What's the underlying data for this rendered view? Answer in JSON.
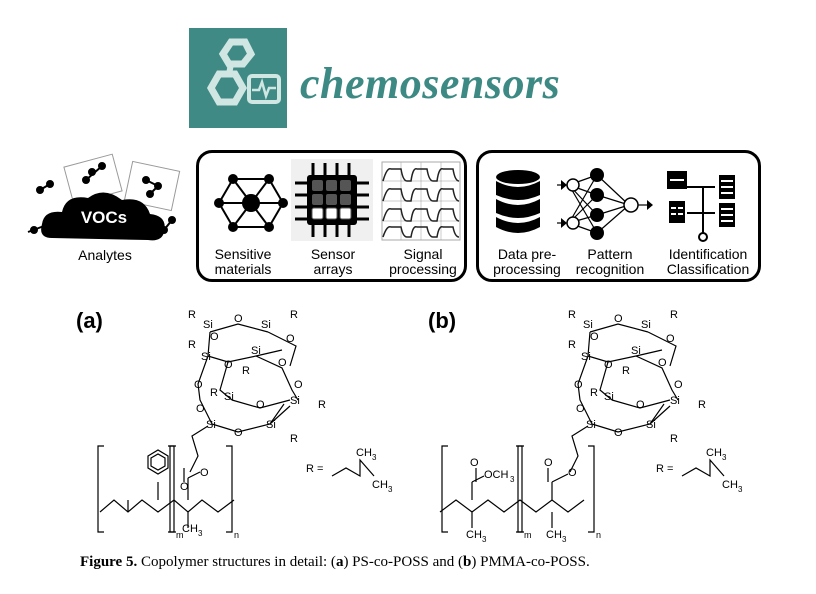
{
  "header": {
    "journal_name": "chemosensors",
    "logo_icon": "molecule-monitor-icon",
    "accent_color": "#3d8a84"
  },
  "graphic": {
    "analytes": {
      "cloud_label": "VOCs",
      "caption": "Analytes"
    },
    "sensing_panel": [
      {
        "line1": "Sensitive",
        "line2": "materials",
        "icon": "molecule-icon"
      },
      {
        "line1": "Sensor",
        "line2": "arrays",
        "icon": "chip-icon"
      },
      {
        "line1": "Signal",
        "line2": "processing",
        "icon": "signal-icon"
      }
    ],
    "analysis_panel": [
      {
        "line1": "Data pre-",
        "line2": "processing",
        "icon": "database-icon"
      },
      {
        "line1": "Pattern",
        "line2": "recognition",
        "icon": "neural-network-icon"
      },
      {
        "line1": "Identification",
        "line2": "Classification",
        "icon": "tree-icon"
      }
    ]
  },
  "structures": {
    "a": {
      "label": "(a)",
      "r_def": "R =",
      "m": "m",
      "n": "n",
      "ch3": "CH",
      "sub3": "3"
    },
    "b": {
      "label": "(b)",
      "r_def": "R =",
      "m": "m",
      "n": "n",
      "ch3": "CH",
      "sub3": "3",
      "ester": "OCH"
    },
    "atoms": {
      "si": "Si",
      "o": "O",
      "r": "R"
    }
  },
  "caption": {
    "prefix": "Figure 5.",
    "text1": " Copolymer structures in detail: (",
    "a": "a",
    "text2": ") PS-co-POSS and (",
    "b": "b",
    "text3": ") PMMA-co-POSS."
  }
}
